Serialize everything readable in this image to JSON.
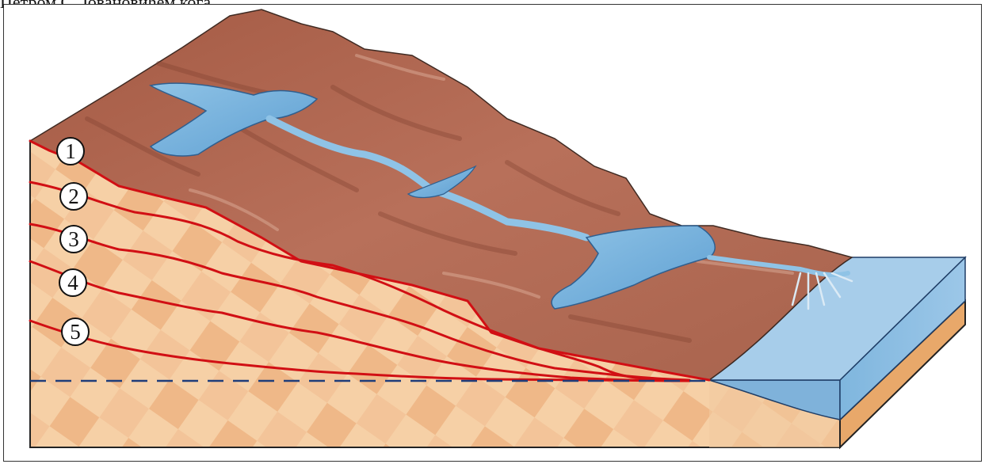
{
  "caption": "Петром С. Јовановићем кога",
  "layer_labels": [
    "1",
    "2",
    "3",
    "4",
    "5"
  ]
}
